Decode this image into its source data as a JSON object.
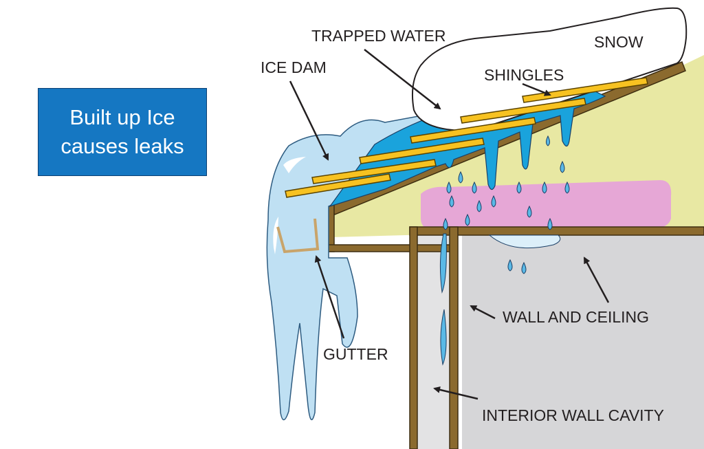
{
  "title": {
    "line1": "Built up Ice",
    "line2": "causes leaks"
  },
  "labels": {
    "trapped_water": "TRAPPED WATER",
    "snow": "SNOW",
    "shingles": "SHINGLES",
    "ice_dam": "ICE DAM",
    "gutter": "GUTTER",
    "wall_and_ceiling": "WALL AND CEILING",
    "interior_wall_cavity": "INTERIOR WALL CAVITY"
  },
  "colors": {
    "title_box": "#1577c2",
    "ice": "#bfe0f3",
    "trapped_water": "#1aa3dc",
    "shingles": "#f7c221",
    "wood_frame": "#8b6a2e",
    "attic": "#e8e8a3",
    "insulation": "#e6a7d6",
    "wall": "#d6d6d8",
    "snow": "#ffffff"
  }
}
